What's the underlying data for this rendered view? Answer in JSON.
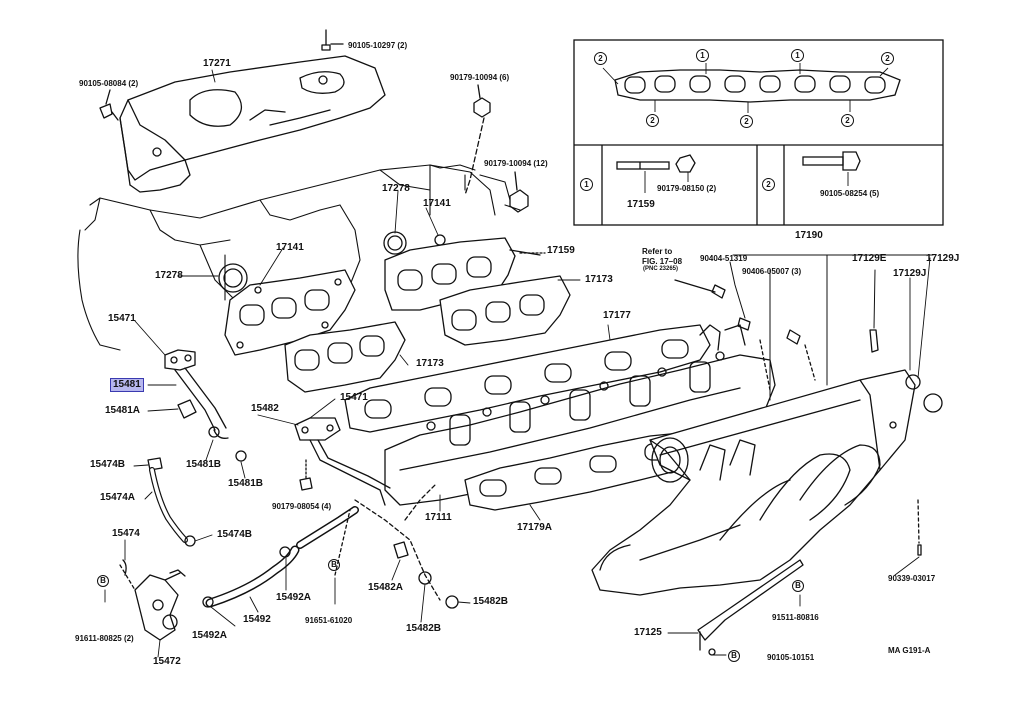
{
  "labels": {
    "p90105_10297": "90105-10297 (2)",
    "p17271": "17271",
    "p90105_08084": "90105-08084 (2)",
    "p90179_10094_6": "90179-10094 (6)",
    "p90179_10094_12": "90179-10094 (12)",
    "p17278_top": "17278",
    "p17141_top": "17141",
    "p17141_mid": "17141",
    "p17278_left": "17278",
    "p17159_mid": "17159",
    "p17173_right": "17173",
    "p17173_mid": "17173",
    "p17177": "17177",
    "p15471_left": "15471",
    "p15481": "15481",
    "p15481A": "15481A",
    "p15474B_top": "15474B",
    "p15481B_1": "15481B",
    "p15481B_2": "15481B",
    "p15482": "15482",
    "p15471_mid": "15471",
    "p15474A": "15474A",
    "p15474B_bot": "15474B",
    "p15474": "15474",
    "p90179_08054": "90179-08054 (4)",
    "p17111": "17111",
    "p17179A": "17179A",
    "p15492A_1": "15492A",
    "p15492A_2": "15492A",
    "p15492": "15492",
    "p91651_61020": "91651-61020",
    "p15482A": "15482A",
    "p15482B_1": "15482B",
    "p15482B_2": "15482B",
    "p91611_80825": "91611-80825 (2)",
    "p15472": "15472",
    "refer_1": "Refer to",
    "refer_2": "FIG. 17–08",
    "refer_3": "(PNC 23265)",
    "p90404_51319": "90404-51319",
    "p90406_05007": "90406-05007 (3)",
    "p17190": "17190",
    "p17129E": "17129E",
    "p17129J_1": "17129J",
    "p17129J_2": "17129J",
    "p90339_03017": "90339-03017",
    "p91511_80816": "91511-80816",
    "p17125": "17125",
    "p90105_10151": "90105-10151",
    "diagram_code": "MA G191-A",
    "inset_p17159": "17159",
    "inset_p90179_08150": "90179-08150 (2)",
    "inset_p90105_08254": "90105-08254 (5)"
  },
  "markers": {
    "one": "1",
    "two": "2",
    "b": "B"
  }
}
